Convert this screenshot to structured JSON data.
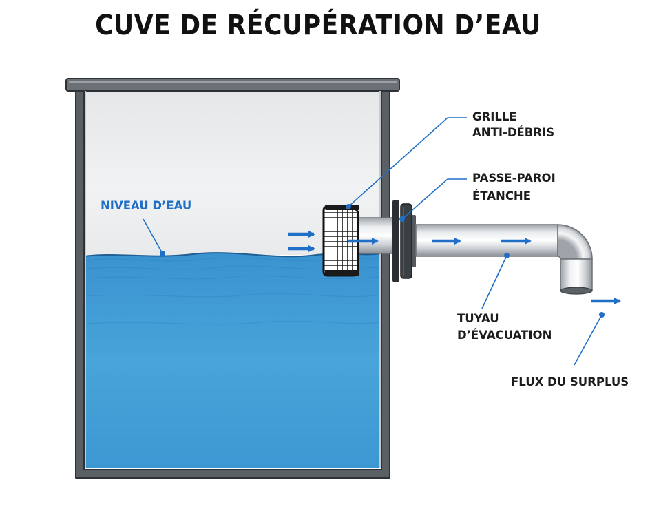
{
  "title": "CUVE DE RÉCUPÉRATION D’EAU",
  "labels": {
    "water_level": "NIVEAU D’EAU",
    "grille_1": "GRILLE",
    "grille_2": "ANTI-DÉBRIS",
    "passe_paroi_1": "PASSE-PAROI",
    "passe_paroi_2": "ÉTANCHE",
    "tuyau_1": "TUYAU",
    "tuyau_2": "D’ÉVACUATION",
    "flux": "FLUX DU SURPLUS"
  },
  "colors": {
    "tank_wall": "#5a5f64",
    "water": "#3d98d3",
    "accent_blue": "#1f6fc6",
    "text_dark": "#1c1c1c"
  }
}
